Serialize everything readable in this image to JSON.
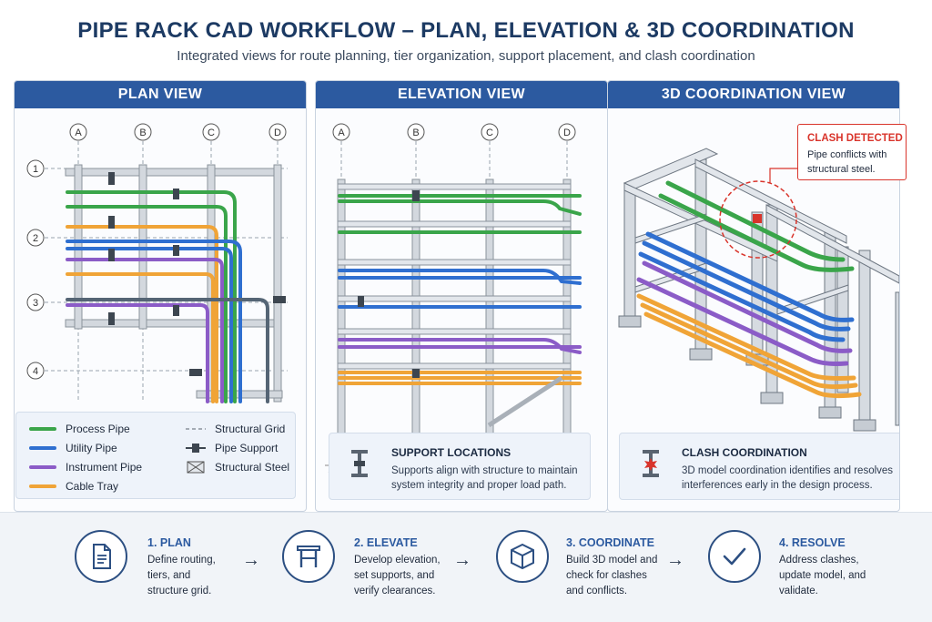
{
  "header": {
    "title": "PIPE RACK CAD WORKFLOW – PLAN, ELEVATION & 3D COORDINATION",
    "subtitle": "Integrated views for route planning, tier organization, support placement, and clash coordination"
  },
  "panels": {
    "plan": {
      "title": "PLAN VIEW",
      "grid_columns": [
        "A",
        "B",
        "C",
        "D"
      ],
      "grid_rows": [
        "1",
        "2",
        "3",
        "4"
      ]
    },
    "elevation": {
      "title": "ELEVATION VIEW",
      "grid_columns": [
        "A",
        "B",
        "C",
        "D"
      ]
    },
    "coordination": {
      "title": "3D COORDINATION VIEW"
    }
  },
  "legend": {
    "items": [
      {
        "label": "Process Pipe",
        "color": "#3aa54a"
      },
      {
        "label": "Utility Pipe",
        "color": "#2f6fd0"
      },
      {
        "label": "Instrument Pipe",
        "color": "#8b5cc7"
      },
      {
        "label": "Cable Tray",
        "color": "#f0a437"
      },
      {
        "label": "Structural Grid",
        "icon": "dashed-line-icon"
      },
      {
        "label": "Pipe Support",
        "icon": "pipe-support-icon"
      },
      {
        "label": "Structural Steel",
        "icon": "structural-steel-icon"
      }
    ]
  },
  "support_box": {
    "title": "SUPPORT LOCATIONS",
    "text": "Supports align with structure to maintain system integrity and proper load path.",
    "icon": "i-beam-icon"
  },
  "clash_box": {
    "title": "CLASH COORDINATION",
    "text": "3D model coordination identifies and resolves interferences early in the design process.",
    "icon": "clash-beam-icon"
  },
  "callout": {
    "title": "CLASH DETECTED",
    "text": "Pipe conflicts with structural steel."
  },
  "steps": [
    {
      "title": "1. PLAN",
      "text": "Define routing, tiers, and structure grid.",
      "icon": "document-icon"
    },
    {
      "title": "2. ELEVATE",
      "text": "Develop elevation, set supports, and verify clearances.",
      "icon": "frame-icon"
    },
    {
      "title": "3. COORDINATE",
      "text": "Build 3D model and check for clashes and conflicts.",
      "icon": "cube-icon"
    },
    {
      "title": "4. RESOLVE",
      "text": "Address clashes, update model, and validate.",
      "icon": "checkmark-icon"
    }
  ],
  "colors": {
    "accent": "#2c5aa0",
    "process": "#3aa54a",
    "utility": "#2f6fd0",
    "instrument": "#8b5cc7",
    "cable_tray": "#f0a437",
    "clash": "#d9342b"
  }
}
